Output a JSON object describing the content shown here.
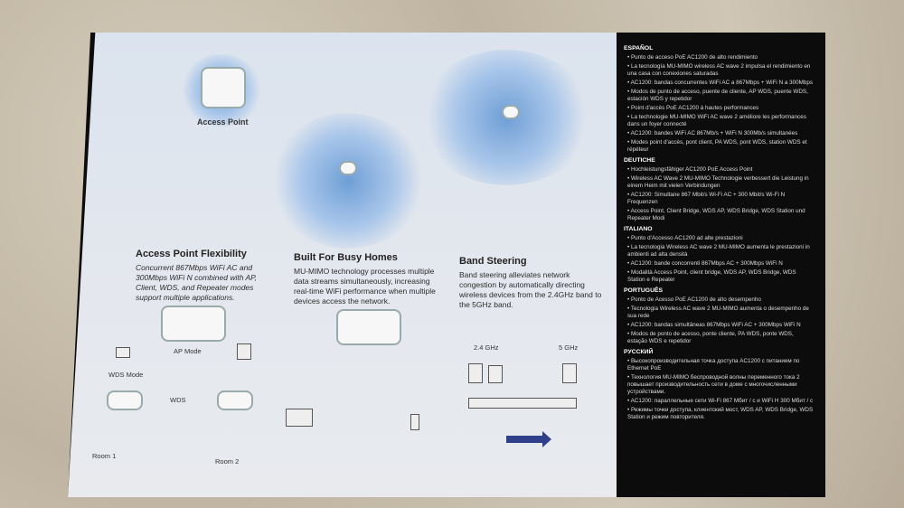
{
  "illustration": {
    "access_point_label": "Access Point"
  },
  "features": [
    {
      "title": "Access Point Flexibility",
      "body": "Concurrent 867Mbps WiFi AC and 300Mbps WiFi N combined with AP, Client, WDS, and Repeater modes support multiple applications."
    },
    {
      "title": "Built For Busy Homes",
      "body": "MU-MIMO technology processes multiple data streams simultaneously, increasing real-time WiFi performance when multiple devices access the network."
    },
    {
      "title": "Band Steering",
      "body": "Band steering alleviates network congestion by automatically directing wireless devices from the 2.4GHz band to the 5GHz band."
    }
  ],
  "diagram_labels": {
    "ap_mode": "AP Mode",
    "wds_mode": "WDS Mode",
    "wds": "WDS",
    "room1": "Room 1",
    "room2": "Room 2",
    "band_24": "2.4 GHz",
    "band_5": "5 GHz"
  },
  "languages": [
    {
      "name": "ESPAÑOL",
      "items": [
        "Punto de acceso PoE AC1200 de alto rendimiento",
        "La tecnología MU-MIMO wireless AC wave 2 impulsa el rendimiento en una casa con conexiones saturadas",
        "AC1200: bandas concurrentes WiFi AC a 867Mbps + WiFi N a 300Mbps",
        "Modos de punto de acceso, puente de cliente, AP WDS, puente WDS, estación WDS y repetidor"
      ]
    },
    {
      "name": "",
      "items": [
        "Point d'accès PoE AC1200 à hautes performances",
        "La technologie MU-MIMO WiFi AC wave 2 améliore les performances dans un foyer connecté",
        "AC1200: bandes WiFi AC 867Mb/s + WiFi N 300Mb/s simultanées",
        "Modes point d'accès, pont client, PA WDS, pont WDS, station WDS et répéteur"
      ]
    },
    {
      "name": "DEUTICHE",
      "items": [
        "Hochleistungsfähiger AC1200 PoE Access Point",
        "Wireless AC Wave 2 MU-MIMO Technologie verbessert die Leistung in einem Heim mit vielen Verbindungen",
        "AC1200: Simultane 867 Mbit/s Wi-Fi AC + 300 Mbit/s Wi-Fi N Frequenzen",
        "Access Point, Client Bridge, WDS AP, WDS Bridge, WDS Station und Repeater Modi"
      ]
    },
    {
      "name": "ITALIANO",
      "items": [
        "Punto d'Accesso AC1200 ad alte prestazioni",
        "La tecnologia Wireless AC wave 2 MU-MIMO aumenta le prestazioni in ambienti ad alta densità",
        "AC1200: bande concorrenti 867Mbps AC + 300Mbps WiFi N",
        "Modalità Access Point, client bridge, WDS AP, WDS Bridge, WDS Station e Repeater"
      ]
    },
    {
      "name": "PORTUGUÊS",
      "items": [
        "Ponto de Acesso PoE AC1200 de alto desempenho",
        "Tecnologia Wireless AC wave 2 MU-MIMO aumenta o desempenho de sua rede",
        "AC1200: bandas simultâneas 867Mbps WiFi AC + 300Mbps WiFi N",
        "Modos de ponto de acesso, ponte cliente, PA WDS, ponte WDS, estação WDS e repetidor"
      ]
    },
    {
      "name": "РУССКИЙ",
      "items": [
        "Высокопроизводительная точка доступа AC1200 с питанием по Ethernet PoE",
        "Технология MU-MIMO беспроводной волны переменного тока 2 повышает производительность сети в доме с многочисленными устройствами.",
        "AC1200: параллельные сети Wi-Fi 867 Мбит / с и WiFi H 300 Мбит / с",
        "Режимы точки доступа, клиентский мост, WDS AP, WDS Bridge, WDS Station и режим повторителя."
      ]
    }
  ]
}
